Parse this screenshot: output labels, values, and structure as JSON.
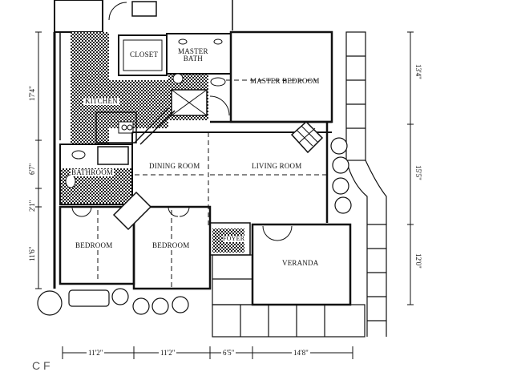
{
  "rooms": {
    "closet": "CLOSET",
    "master_bath": "MASTER\nBATH",
    "master_bedroom": "MASTER BEDROOM",
    "kitchen": "KITCHEN",
    "dining_room": "DINING ROOM",
    "living_room": "LIVING ROOM",
    "bathroom": "BATHROOM",
    "bedroom_1": "BEDROOM",
    "bedroom_2": "BEDROOM",
    "foyer": "FOYER",
    "veranda": "VERANDA"
  },
  "dimensions": {
    "left": [
      "17'4\"",
      "6'7\"",
      "2'1\"",
      "11'6\""
    ],
    "right": [
      "13'4\"",
      "15'5\"",
      "12'0\""
    ],
    "bottom": [
      "11'2\"",
      "11'2\"",
      "6'5\"",
      "14'8\""
    ]
  },
  "caption": "C    F"
}
